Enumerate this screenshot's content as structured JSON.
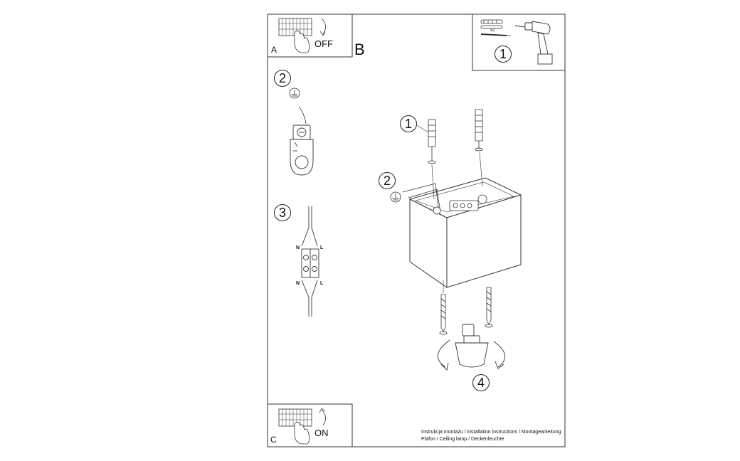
{
  "panels": {
    "a": {
      "letter": "A",
      "state": "OFF"
    },
    "b": {
      "letter": "B"
    },
    "c": {
      "letter": "C",
      "state": "ON"
    }
  },
  "tools": {
    "step": "1",
    "quantity": "x2"
  },
  "steps": {
    "screws": "1",
    "ground_top": "2",
    "ground_detail": "2",
    "connector": "3",
    "bulb": "4"
  },
  "terminal": {
    "n_top": "N",
    "l_top": "L",
    "n_bottom": "N",
    "l_bottom": "L"
  },
  "caption": {
    "line1": "Instrukcja montażu / installation instructions / Montageanleitung",
    "line2": "Plafon / Ceiling lamp / Deckenleuchte"
  },
  "icons": [
    "switch-icon",
    "hand-icon",
    "drill-icon",
    "wall-plug-icon",
    "ground-symbol-icon",
    "rotate-arrow-icon"
  ]
}
